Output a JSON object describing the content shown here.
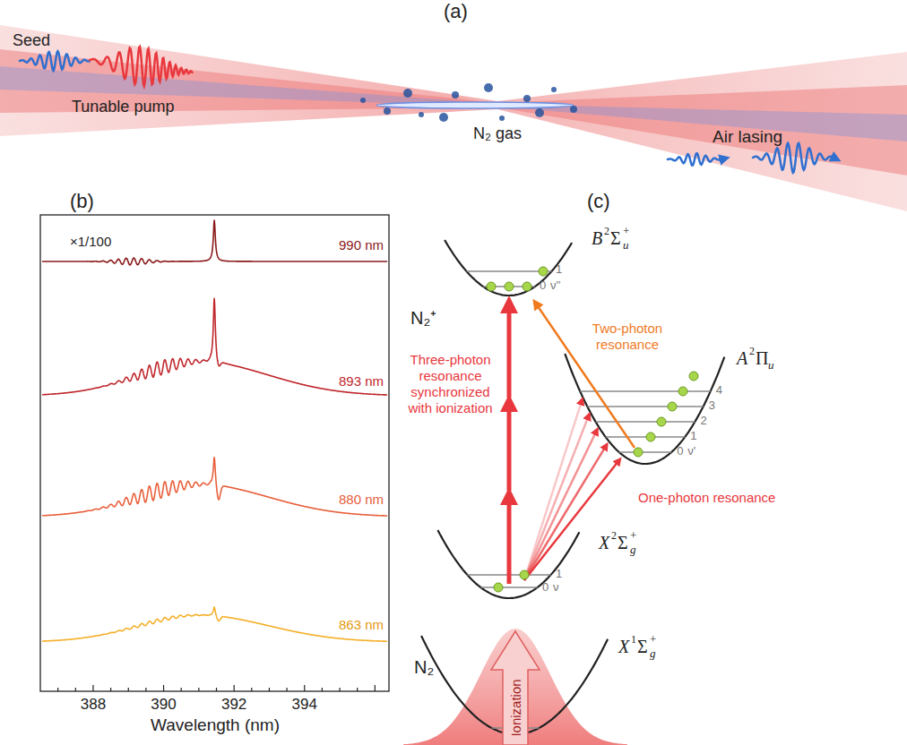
{
  "diagram": {
    "labels": [
      "(a)",
      "Seed",
      "Tunable pump",
      "N₂ gas",
      "Air lasing",
      "(b)",
      "×1/100",
      "990 nm",
      "893 nm",
      "880 nm",
      "863 nm",
      "388",
      "390",
      "392",
      "394",
      "Wavelength (nm)",
      "(c)",
      "B",
      "2",
      "Σ",
      "u",
      "+",
      "N₂⁺",
      "Three-photon resonance synchronized with ionization",
      "Two-photon resonance",
      "A",
      "2",
      "Π",
      "u",
      "1",
      "0",
      "ν''",
      "4",
      "3",
      "2",
      "1",
      "0",
      "ν'",
      "One-photon resonance",
      "X",
      "2",
      "Σ",
      "g",
      "+",
      "1",
      "0",
      "ν",
      "N₂",
      "X",
      "1",
      "Σ",
      "g",
      "+",
      "Ionization"
    ]
  }
}
